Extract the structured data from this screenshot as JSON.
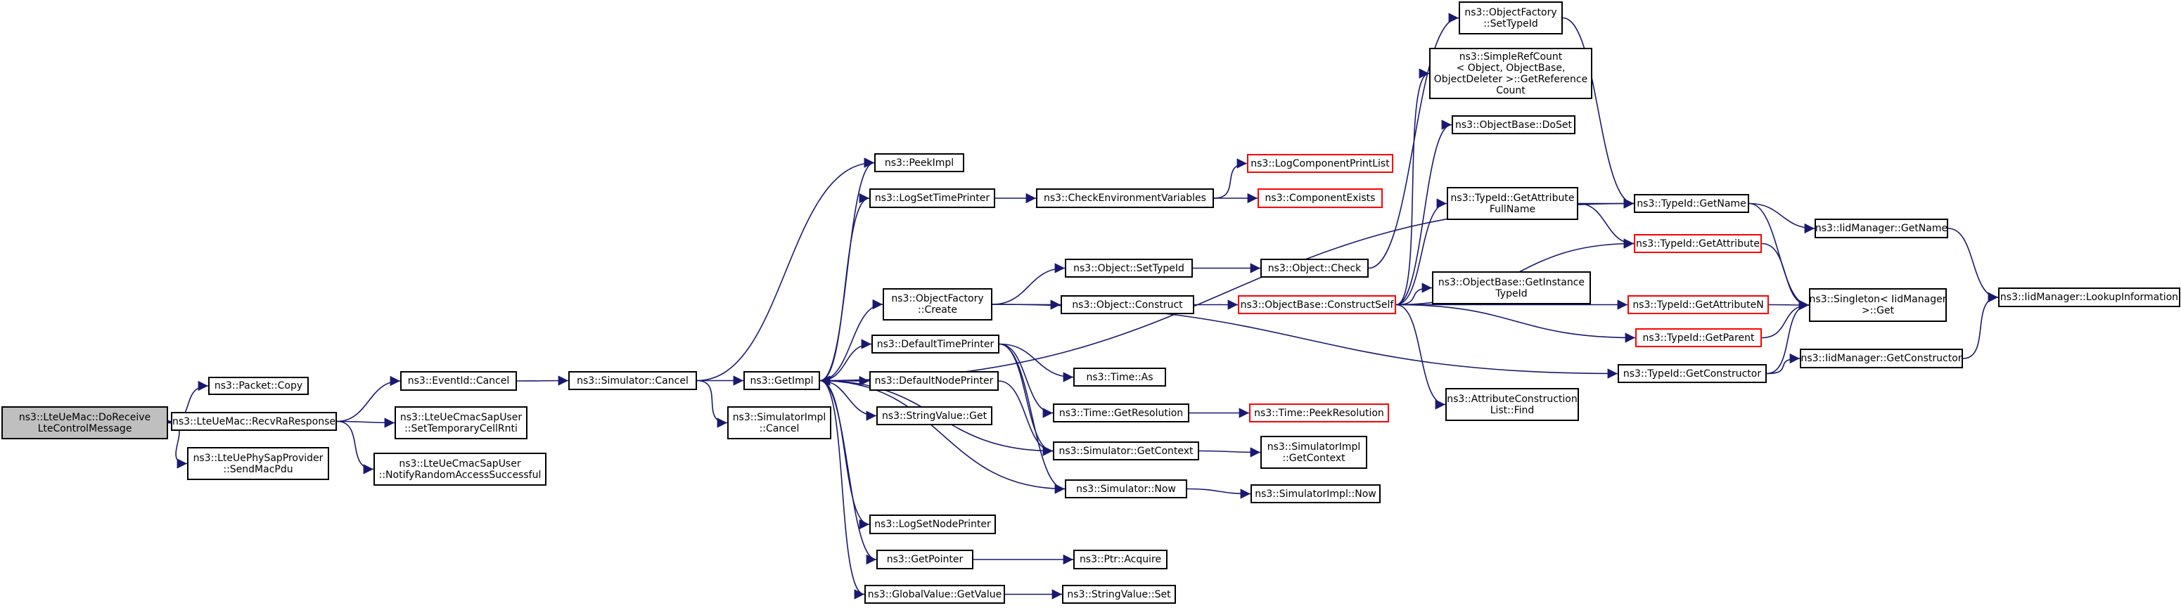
{
  "colors": {
    "edge": "#191970",
    "border": "#000000",
    "truncated": "#ff0000",
    "root_fill": "#bfbfbf"
  },
  "nodes": [
    {
      "id": "root",
      "lines": [
        "ns3::LteUeMac::DoReceive",
        "LteControlMessage"
      ]
    },
    {
      "id": "packet_copy",
      "lines": [
        "ns3::Packet::Copy"
      ]
    },
    {
      "id": "recv_ra",
      "lines": [
        "ns3::LteUeMac::RecvRaResponse"
      ]
    },
    {
      "id": "phy_send",
      "lines": [
        "ns3::LteUePhySapProvider",
        "::SendMacPdu"
      ]
    },
    {
      "id": "eventid_cancel",
      "lines": [
        "ns3::EventId::Cancel"
      ]
    },
    {
      "id": "set_temp",
      "lines": [
        "ns3::LteUeCmacSapUser",
        "::SetTemporaryCellRnti"
      ]
    },
    {
      "id": "notify_ra",
      "lines": [
        "ns3::LteUeCmacSapUser",
        "::NotifyRandomAccessSuccessful"
      ]
    },
    {
      "id": "sim_cancel",
      "lines": [
        "ns3::Simulator::Cancel"
      ]
    },
    {
      "id": "getimpl",
      "lines": [
        "ns3::GetImpl"
      ]
    },
    {
      "id": "simimpl_cancel",
      "lines": [
        "ns3::SimulatorImpl",
        "::Cancel"
      ]
    },
    {
      "id": "peekimpl",
      "lines": [
        "ns3::PeekImpl"
      ]
    },
    {
      "id": "logsettime",
      "lines": [
        "ns3::LogSetTimePrinter"
      ]
    },
    {
      "id": "objfactory_create",
      "lines": [
        "ns3::ObjectFactory",
        "::Create"
      ]
    },
    {
      "id": "defaulttime",
      "lines": [
        "ns3::DefaultTimePrinter"
      ]
    },
    {
      "id": "defaultnode",
      "lines": [
        "ns3::DefaultNodePrinter"
      ]
    },
    {
      "id": "stringvalue_get",
      "lines": [
        "ns3::StringValue::Get"
      ]
    },
    {
      "id": "logsetnode",
      "lines": [
        "ns3::LogSetNodePrinter"
      ]
    },
    {
      "id": "getpointer",
      "lines": [
        "ns3::GetPointer"
      ]
    },
    {
      "id": "globalvalue",
      "lines": [
        "ns3::GlobalValue::GetValue"
      ]
    },
    {
      "id": "checkenv",
      "lines": [
        "ns3::CheckEnvironmentVariables"
      ]
    },
    {
      "id": "logcomp",
      "lines": [
        "ns3::LogComponentPrintList"
      ],
      "red": true
    },
    {
      "id": "compexists",
      "lines": [
        "ns3::ComponentExists"
      ],
      "red": true
    },
    {
      "id": "obj_settypeid",
      "lines": [
        "ns3::Object::SetTypeId"
      ]
    },
    {
      "id": "obj_construct",
      "lines": [
        "ns3::Object::Construct"
      ]
    },
    {
      "id": "time_as",
      "lines": [
        "ns3::Time::As"
      ]
    },
    {
      "id": "time_getres",
      "lines": [
        "ns3::Time::GetResolution"
      ]
    },
    {
      "id": "sim_getcontext",
      "lines": [
        "ns3::Simulator::GetContext"
      ]
    },
    {
      "id": "sim_now",
      "lines": [
        "ns3::Simulator::Now"
      ]
    },
    {
      "id": "ptr_acquire",
      "lines": [
        "ns3::Ptr::Acquire"
      ]
    },
    {
      "id": "stringvalue_set",
      "lines": [
        "ns3::StringValue::Set"
      ]
    },
    {
      "id": "obj_check",
      "lines": [
        "ns3::Object::Check"
      ]
    },
    {
      "id": "constructself",
      "lines": [
        "ns3::ObjectBase::ConstructSelf"
      ],
      "red": true
    },
    {
      "id": "time_peekres",
      "lines": [
        "ns3::Time::PeekResolution"
      ],
      "red": true
    },
    {
      "id": "simimpl_getcontext",
      "lines": [
        "ns3::SimulatorImpl",
        "::GetContext"
      ]
    },
    {
      "id": "simimpl_now",
      "lines": [
        "ns3::SimulatorImpl::Now"
      ]
    },
    {
      "id": "of_settypeid",
      "lines": [
        "ns3::ObjectFactory",
        "::SetTypeId"
      ]
    },
    {
      "id": "refcount",
      "lines": [
        "ns3::SimpleRefCount",
        "< Object, ObjectBase,",
        "ObjectDeleter >::GetReference",
        "Count"
      ]
    },
    {
      "id": "ob_doset",
      "lines": [
        "ns3::ObjectBase::DoSet"
      ]
    },
    {
      "id": "getattrfullname",
      "lines": [
        "ns3::TypeId::GetAttribute",
        "FullName"
      ]
    },
    {
      "id": "getinstance",
      "lines": [
        "ns3::ObjectBase::GetInstance",
        "TypeId"
      ]
    },
    {
      "id": "attrlist_find",
      "lines": [
        "ns3::AttributeConstruction",
        "List::Find"
      ]
    },
    {
      "id": "typeid_getname",
      "lines": [
        "ns3::TypeId::GetName"
      ]
    },
    {
      "id": "typeid_getattr",
      "lines": [
        "ns3::TypeId::GetAttribute"
      ],
      "red": true
    },
    {
      "id": "typeid_getattrn",
      "lines": [
        "ns3::TypeId::GetAttributeN"
      ],
      "red": true
    },
    {
      "id": "typeid_getparent",
      "lines": [
        "ns3::TypeId::GetParent"
      ],
      "red": true
    },
    {
      "id": "typeid_getconstructor",
      "lines": [
        "ns3::TypeId::GetConstructor"
      ]
    },
    {
      "id": "iid_getname",
      "lines": [
        "ns3::IidManager::GetName"
      ]
    },
    {
      "id": "singleton",
      "lines": [
        "ns3::Singleton< IidManager",
        ">::Get"
      ]
    },
    {
      "id": "iid_getconstructor",
      "lines": [
        "ns3::IidManager::GetConstructor"
      ]
    },
    {
      "id": "iid_lookup",
      "lines": [
        "ns3::IidManager::LookupInformation"
      ]
    }
  ],
  "edges": [
    [
      "root",
      "packet_copy"
    ],
    [
      "root",
      "recv_ra"
    ],
    [
      "root",
      "phy_send"
    ],
    [
      "recv_ra",
      "eventid_cancel"
    ],
    [
      "recv_ra",
      "set_temp"
    ],
    [
      "recv_ra",
      "notify_ra"
    ],
    [
      "eventid_cancel",
      "sim_cancel"
    ],
    [
      "sim_cancel",
      "getimpl"
    ],
    [
      "sim_cancel",
      "simimpl_cancel"
    ],
    [
      "sim_cancel",
      "peekimpl"
    ],
    [
      "getimpl",
      "peekimpl"
    ],
    [
      "getimpl",
      "logsettime"
    ],
    [
      "getimpl",
      "objfactory_create"
    ],
    [
      "getimpl",
      "defaulttime"
    ],
    [
      "getimpl",
      "defaultnode"
    ],
    [
      "getimpl",
      "stringvalue_get"
    ],
    [
      "getimpl",
      "logsetnode"
    ],
    [
      "getimpl",
      "getpointer"
    ],
    [
      "getimpl",
      "globalvalue"
    ],
    [
      "getimpl",
      "typeid_getname"
    ],
    [
      "logsettime",
      "checkenv"
    ],
    [
      "checkenv",
      "logcomp"
    ],
    [
      "checkenv",
      "compexists"
    ],
    [
      "objfactory_create",
      "obj_settypeid"
    ],
    [
      "objfactory_create",
      "obj_construct"
    ],
    [
      "objfactory_create",
      "typeid_getconstructor"
    ],
    [
      "obj_settypeid",
      "obj_check"
    ],
    [
      "obj_construct",
      "constructself"
    ],
    [
      "defaulttime",
      "time_as"
    ],
    [
      "defaulttime",
      "time_getres"
    ],
    [
      "defaulttime",
      "sim_getcontext"
    ],
    [
      "defaulttime",
      "sim_now"
    ],
    [
      "defaultnode",
      "sim_getcontext"
    ],
    [
      "sim_getcontext",
      "getimpl"
    ],
    [
      "sim_getcontext",
      "simimpl_getcontext"
    ],
    [
      "sim_now",
      "getimpl"
    ],
    [
      "sim_now",
      "simimpl_now"
    ],
    [
      "time_getres",
      "time_peekres"
    ],
    [
      "getpointer",
      "ptr_acquire"
    ],
    [
      "globalvalue",
      "stringvalue_set"
    ],
    [
      "obj_check",
      "of_settypeid"
    ],
    [
      "constructself",
      "refcount"
    ],
    [
      "constructself",
      "ob_doset"
    ],
    [
      "constructself",
      "getattrfullname"
    ],
    [
      "constructself",
      "typeid_getattr"
    ],
    [
      "constructself",
      "getinstance"
    ],
    [
      "constructself",
      "typeid_getattrn"
    ],
    [
      "constructself",
      "typeid_getparent"
    ],
    [
      "constructself",
      "attrlist_find"
    ],
    [
      "of_settypeid",
      "typeid_getname"
    ],
    [
      "getattrfullname",
      "typeid_getname"
    ],
    [
      "getattrfullname",
      "typeid_getattr"
    ],
    [
      "typeid_getname",
      "iid_getname"
    ],
    [
      "typeid_getname",
      "singleton"
    ],
    [
      "typeid_getattr",
      "singleton"
    ],
    [
      "typeid_getattrn",
      "singleton"
    ],
    [
      "typeid_getparent",
      "singleton"
    ],
    [
      "typeid_getconstructor",
      "singleton"
    ],
    [
      "typeid_getconstructor",
      "iid_getconstructor"
    ],
    [
      "iid_getname",
      "iid_lookup"
    ],
    [
      "iid_getconstructor",
      "iid_lookup"
    ]
  ]
}
